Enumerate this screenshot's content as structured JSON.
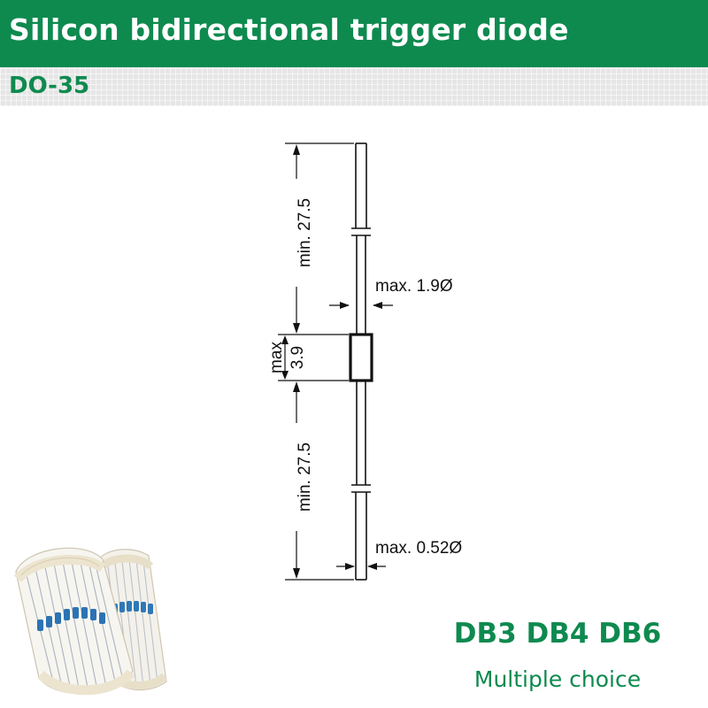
{
  "header": {
    "title": "Silicon bidirectional trigger diode",
    "package": "DO-35"
  },
  "diagram": {
    "lead_length_top": "min. 27.5",
    "lead_length_bottom": "min. 27.5",
    "body_length_max": "max",
    "body_length_value": "3.9",
    "body_diameter": "max. 1.9Ø",
    "lead_diameter": "max. 0.52Ø"
  },
  "products": {
    "part_numbers": "DB3 DB4 DB6",
    "note": "Multiple choice"
  },
  "colors": {
    "brand_green": "#0e8a4f",
    "band_gray": "#e6e6e6"
  },
  "icons": {
    "product_photo": "diode-tape-reel-icon"
  }
}
